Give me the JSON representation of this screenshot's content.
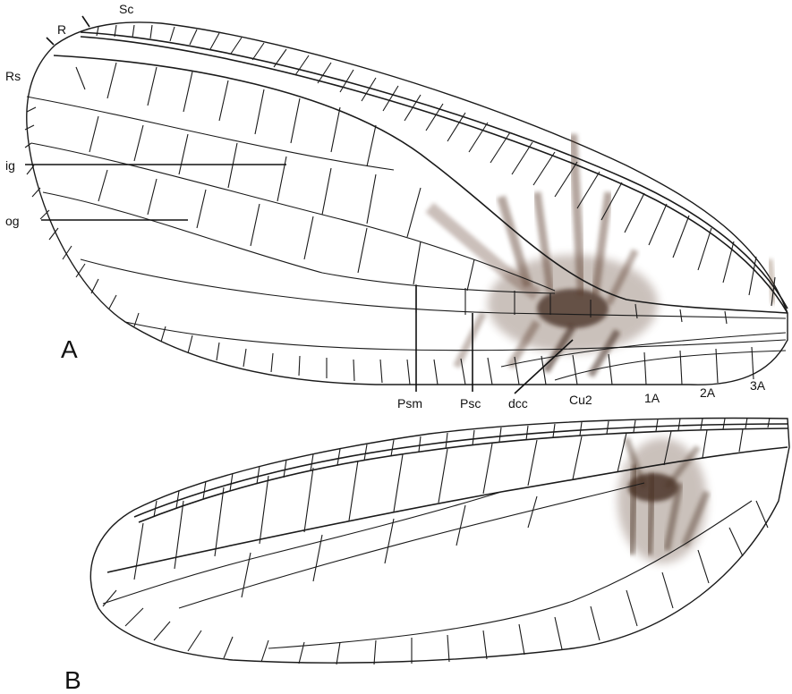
{
  "labels": {
    "sc": "Sc",
    "r": "R",
    "rs": "Rs",
    "ig": "ig",
    "og": "og",
    "psm": "Psm",
    "psc": "Psc",
    "dcc": "dcc",
    "cu2": "Cu2",
    "a1": "1A",
    "a2": "2A",
    "a3": "3A"
  },
  "panels": {
    "a": "A",
    "b": "B"
  },
  "colors": {
    "vein": "#1a1a1a",
    "marking": "#4a3020",
    "background": "#ffffff"
  }
}
